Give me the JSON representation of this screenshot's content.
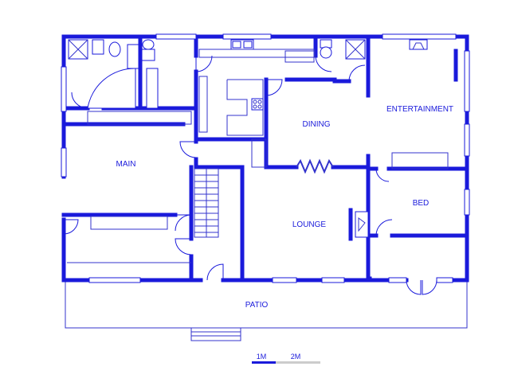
{
  "rooms": {
    "main": "MAIN",
    "dining": "DINING",
    "entertainment": "ENTERTAINMENT",
    "bed": "BED",
    "lounge": "LOUNGE",
    "patio": "PATIO"
  },
  "scale": {
    "label_1": "1M",
    "label_2": "2M"
  },
  "colors": {
    "wall": "#1a1adb",
    "scale_light": "#cccccc"
  }
}
